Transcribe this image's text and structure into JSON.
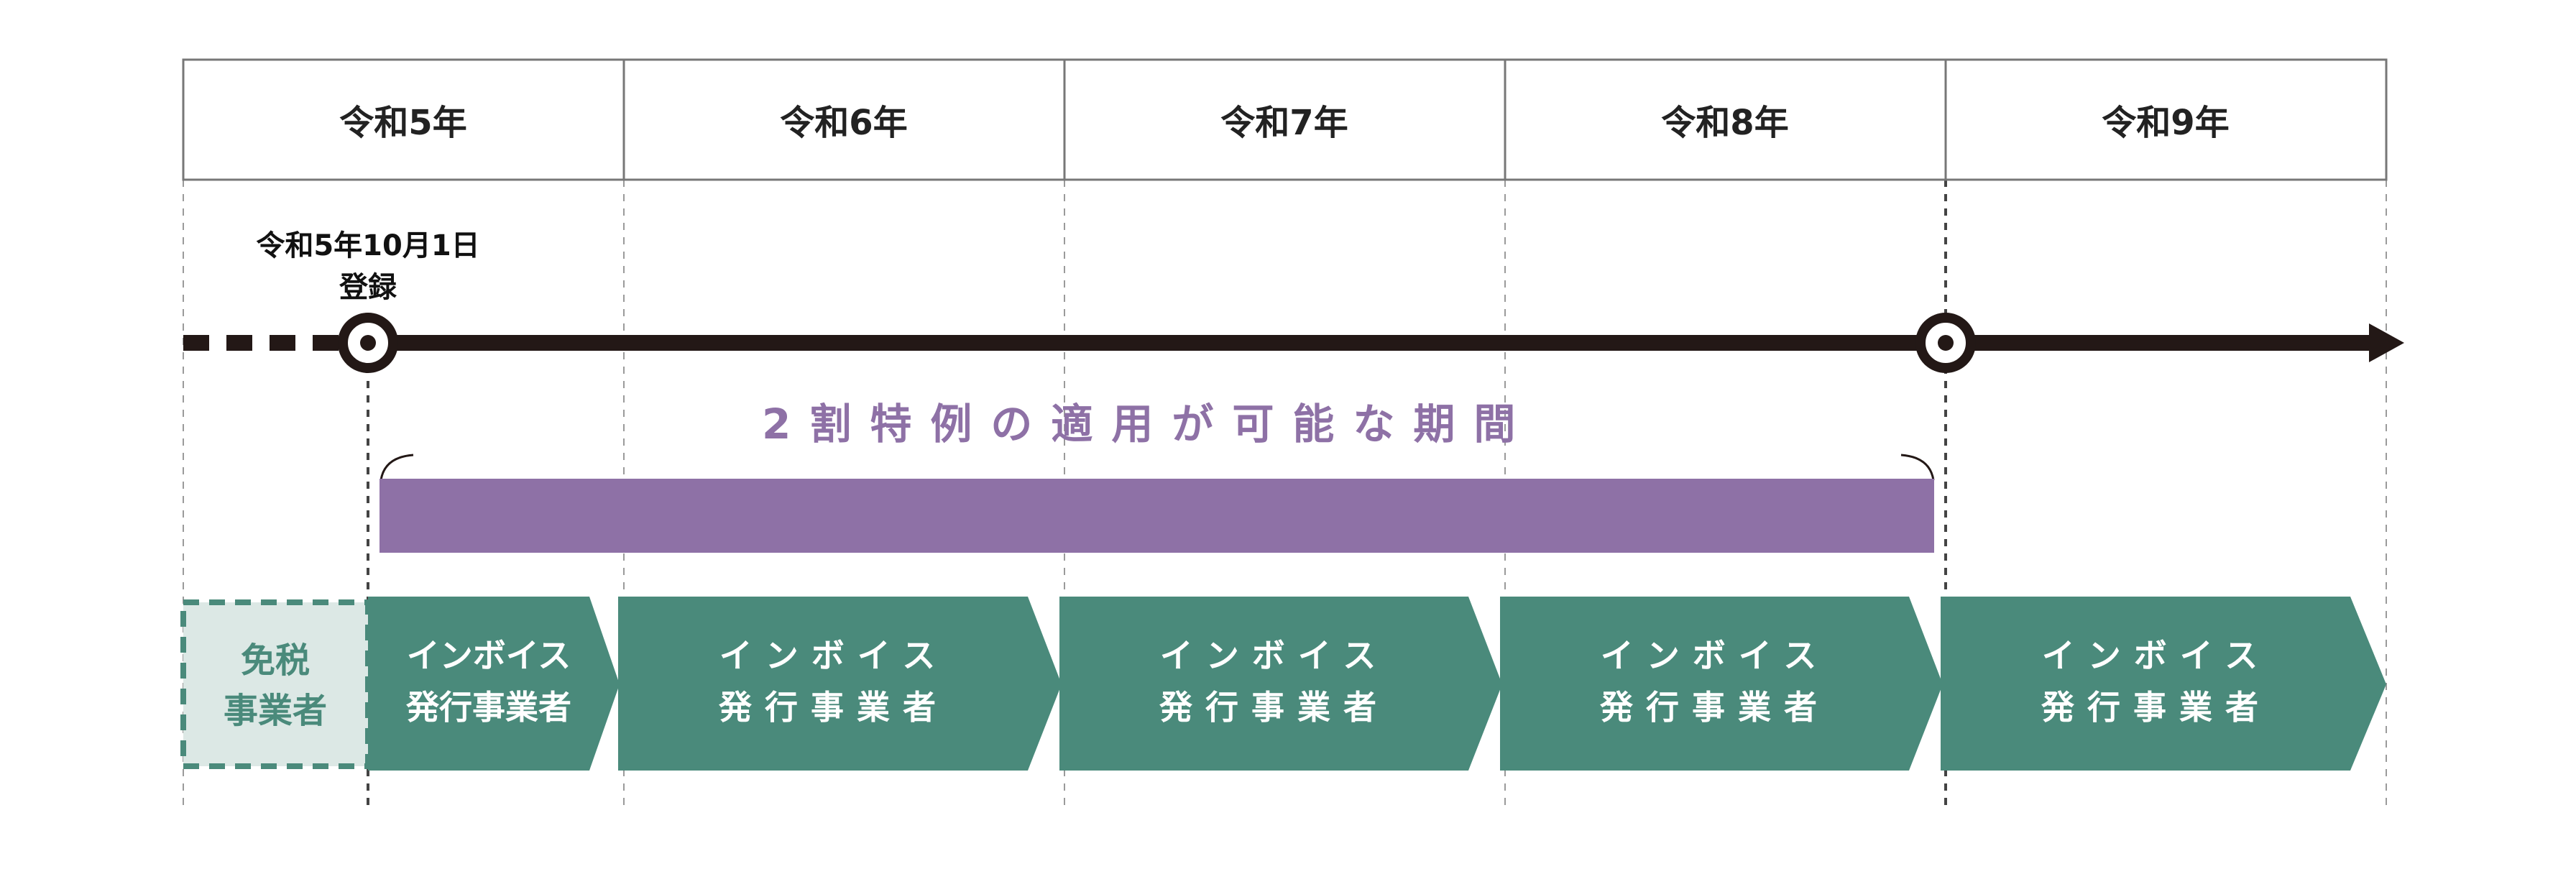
{
  "years": [
    "令和5年",
    "令和6年",
    "令和7年",
    "令和8年",
    "令和9年"
  ],
  "registration": {
    "date": "令和5年10月1日",
    "label": "登録"
  },
  "special_period": {
    "label": "2割特例の適用が可能な期間"
  },
  "exempt_business": {
    "line1": "免税",
    "line2": "事業者"
  },
  "invoice_issuer": {
    "line1": "インボイス",
    "line2": "発行事業者"
  },
  "colors": {
    "grid": "#888888",
    "timeline": "#231816",
    "purple": "#8e71a6",
    "green": "#4a8a7b",
    "exempt_bg": "#dce8e5"
  }
}
